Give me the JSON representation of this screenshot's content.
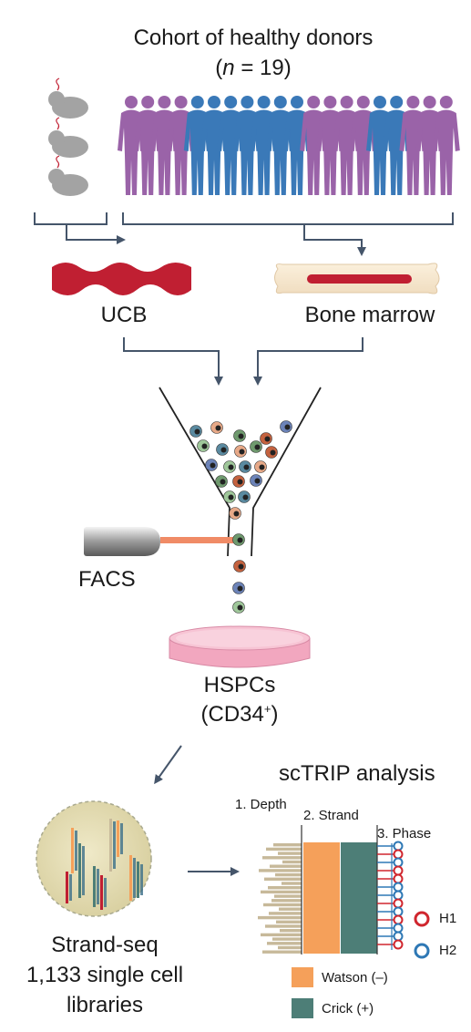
{
  "header": {
    "title": "Cohort of healthy donors",
    "n_prefix": "(",
    "n_var": "n",
    "n_suffix": " = 19)"
  },
  "sources": {
    "ucb_label": "UCB",
    "bone_marrow_label": "Bone marrow"
  },
  "sorting": {
    "facs_label": "FACS"
  },
  "cells": {
    "line1": "HSPCs",
    "line2_prefix": "(CD34",
    "line2_sup": "+",
    "line2_suffix": ")"
  },
  "strandseq": {
    "line1": "Strand-seq",
    "line2": "1,133 single cell",
    "line3": "libraries"
  },
  "analysis": {
    "title": "scTRIP analysis",
    "step1": "1. Depth",
    "step2": "2. Strand",
    "step3": "3. Phase",
    "h1_label": "H1",
    "h2_label": "H2"
  },
  "legend": {
    "watson": "Watson (–)",
    "crick": "Crick (+)"
  },
  "colors": {
    "watson": "#f5a05a",
    "crick": "#4d7e77",
    "depth": "#c7b99a",
    "h1": "#d0262e",
    "h2": "#2e78b5",
    "arrow": "#45556a",
    "purple_donor": "#9a63a8",
    "blue_donor": "#3a79b8",
    "ucb_red": "#c01f32",
    "dish_pink": "#f2a7bf"
  },
  "donor_colors": [
    "purple",
    "purple",
    "purple",
    "purple",
    "blue",
    "blue",
    "blue",
    "blue",
    "blue",
    "blue",
    "blue",
    "purple",
    "purple",
    "purple",
    "purple",
    "blue",
    "blue",
    "purple",
    "purple",
    "purple"
  ]
}
